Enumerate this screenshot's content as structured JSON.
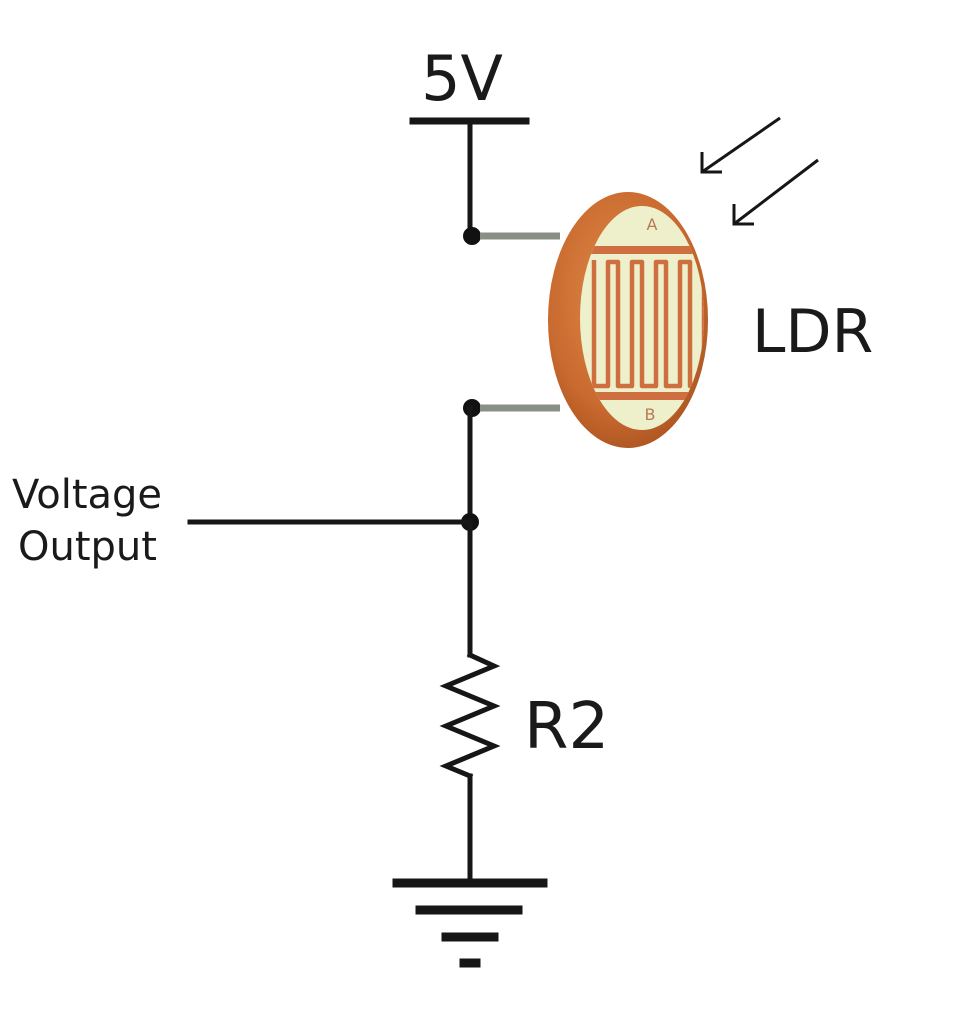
{
  "diagram": {
    "supply_label": "5V",
    "ldr_label": "LDR",
    "output_label_line1": "Voltage",
    "output_label_line2": "Output",
    "resistor_label": "R2",
    "ldr_pin_top": "A",
    "ldr_pin_bottom": "B"
  },
  "colors": {
    "wire": "#161616",
    "ldr_body": "#c96f35",
    "ldr_face": "#eef0cc",
    "ldr_track": "#cf6f3f"
  }
}
